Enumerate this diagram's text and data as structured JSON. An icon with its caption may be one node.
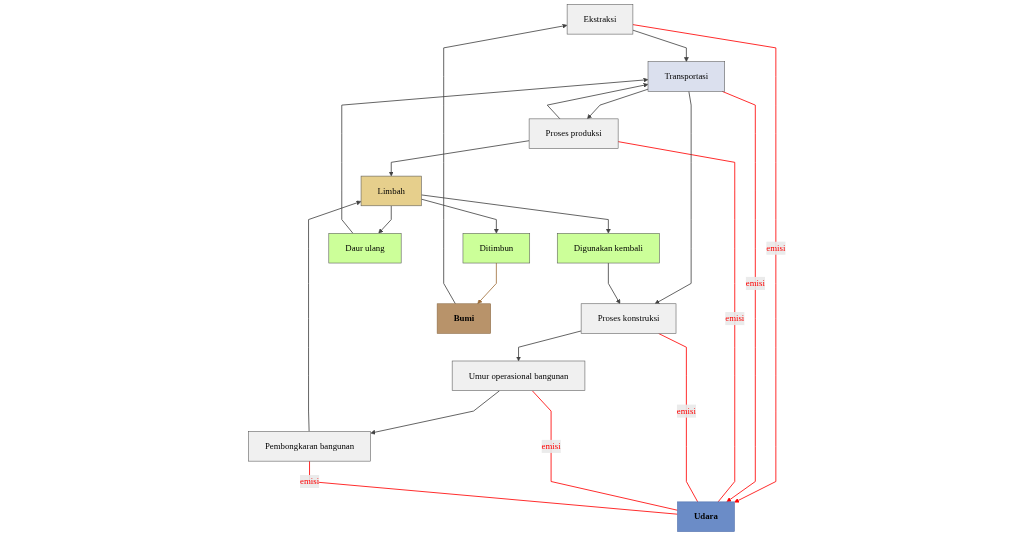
{
  "diagram": {
    "nodes": [
      {
        "text": [
          "Udara"
        ]
      },
      {
        "text": [
          "Ekstraksi"
        ]
      },
      {
        "text": [
          "Proses produksi"
        ]
      },
      {
        "text": [
          "Proses konstruksi"
        ]
      },
      {
        "text": [
          "Umur operasional bangunan"
        ]
      },
      {
        "text": [
          "Pembongkaran bangunan"
        ]
      },
      {
        "text": [
          "Limbah"
        ]
      },
      {
        "text": [
          "Transportasi"
        ]
      },
      {
        "text": [
          "Digunakan kembali"
        ]
      },
      {
        "text": [
          "Daur ulang"
        ]
      },
      {
        "text": [
          "Ditimbun"
        ]
      },
      {
        "text": [
          "Bumi"
        ]
      }
    ],
    "edges": [
      {
        "from": 1,
        "to": 0,
        "arrow": "to",
        "label": "emisi",
        "color": "#ff0000"
      },
      {
        "from": 7,
        "to": 0,
        "arrow": "to",
        "label": "emisi",
        "color": "#ff0000"
      },
      {
        "from": 2,
        "to": 0,
        "arrow": "none",
        "label": "emisi",
        "color": "#ff0000"
      },
      {
        "from": 3,
        "to": 0,
        "arrow": "none",
        "label": "emisi",
        "color": "#ff0000"
      },
      {
        "from": 4,
        "to": 0,
        "arrow": "none",
        "label": "emisi",
        "color": "#ff0000"
      },
      {
        "from": 5,
        "to": 0,
        "arrow": "none",
        "label": "emisi",
        "color": "#ff0000"
      },
      {
        "from": 11,
        "to": 1,
        "arrow": "to"
      },
      {
        "from": 1,
        "to": 7,
        "arrow": "to"
      },
      {
        "from": 7,
        "to": 2,
        "arrow": "to"
      },
      {
        "from": 2,
        "to": 7,
        "arrow": "to"
      },
      {
        "from": 2,
        "to": 6,
        "arrow": "to"
      },
      {
        "from": 7,
        "to": 3,
        "arrow": "to"
      },
      {
        "from": 8,
        "to": 3,
        "arrow": "to"
      },
      {
        "from": 3,
        "to": 4,
        "arrow": "to"
      },
      {
        "from": 4,
        "to": 5,
        "arrow": "to"
      },
      {
        "from": 5,
        "to": 6,
        "arrow": "to"
      },
      {
        "from": 6,
        "to": 8,
        "arrow": "to"
      },
      {
        "from": 6,
        "to": 9,
        "arrow": "to"
      },
      {
        "from": 6,
        "to": 10,
        "arrow": "to"
      },
      {
        "from": 9,
        "to": 7,
        "arrow": "to"
      },
      {
        "from": 10,
        "to": 11,
        "arrow": "to",
        "color": "#a0703c"
      }
    ]
  }
}
